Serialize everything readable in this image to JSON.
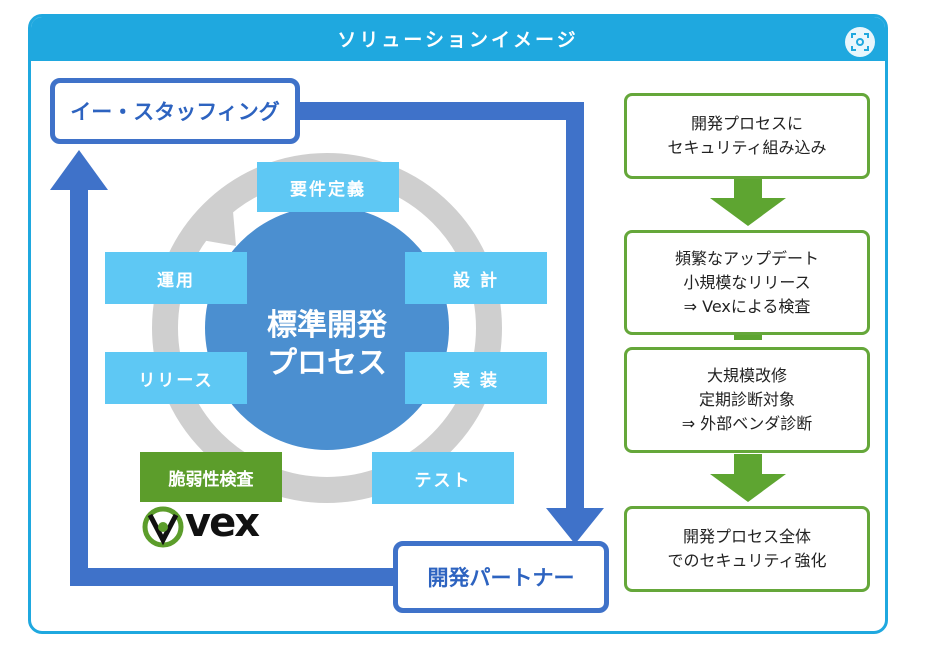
{
  "title": "ソリューションイメージ",
  "center_label": [
    "標準開発",
    "プロセス"
  ],
  "cycle_steps": {
    "requirements": "要件定義",
    "design": "設 計",
    "implementation": "実 装",
    "test": "テスト",
    "vuln_check": "脆弱性検査",
    "release": "リリース",
    "operation": "運用"
  },
  "roles": {
    "staffing": "イー・スタッフィング",
    "partner": "開発パートナー"
  },
  "logo": {
    "text": "vex"
  },
  "flow_steps": [
    [
      "開発プロセスに",
      "セキュリティ組み込み"
    ],
    [
      "頻繁なアップデート",
      "小規模なリリース",
      "⇒ Vexによる検査"
    ],
    [
      "大規模改修",
      "定期診断対象",
      "⇒ 外部ベンダ診断"
    ],
    [
      "開発プロセス全体",
      "でのセキュリティ強化"
    ]
  ],
  "colors": {
    "frame": "#1fa8df",
    "step_box": "#5ec8f4",
    "vuln_box": "#5c9d2b",
    "role_border": "#3f72c9",
    "flow_border": "#65a73a",
    "flow_arrow": "#5ea531",
    "center_circle": "#4b8fd0",
    "cycle_ring": "#cfcfcf"
  }
}
